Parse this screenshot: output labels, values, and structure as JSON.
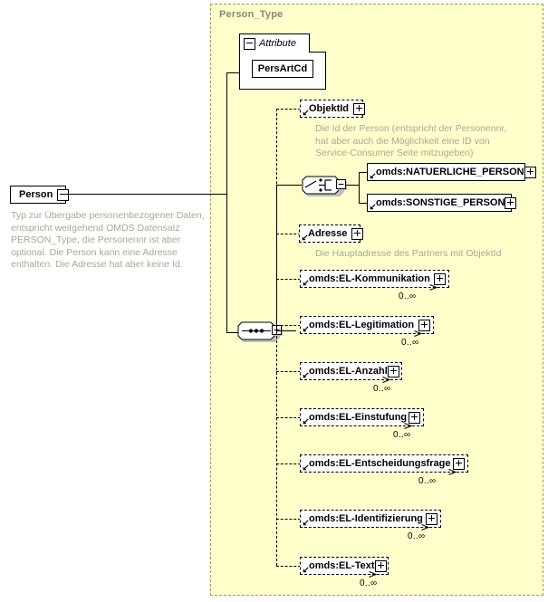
{
  "diagram": {
    "kind": "xml-schema-element-diagram",
    "root": {
      "name": "Person",
      "toggle": "minus",
      "documentation": "Typ zur Übergabe personenbezogener Daten, entspricht weitgehend OMDS Datensatz PERSON_Type, die Personennr ist aber optional. Die Person kann eine Adresse enthalten. Die Adresse hat aber keine Id."
    },
    "type_container": {
      "title": "Person_Type",
      "fill": "#ffffcc",
      "border": "#999966"
    },
    "attribute_panel": {
      "tab_label": "Attribute",
      "toggle": "minus",
      "attributes": [
        {
          "name": "PersArtCd"
        }
      ]
    },
    "sequence_node": {
      "symbol": "sequence",
      "toggle": "minus"
    },
    "choice_node": {
      "symbol": "choice",
      "toggle": "minus",
      "options": [
        {
          "name": "omds:NATUERLICHE_PERSON",
          "toggle": "plus",
          "border": "solid",
          "reference": true
        },
        {
          "name": "omds:SONSTIGE_PERSON",
          "toggle": "plus",
          "border": "solid",
          "reference": true
        }
      ]
    },
    "children": [
      {
        "name": "ObjektId",
        "toggle": "plus",
        "border": "dashed",
        "optional": true,
        "reference": true,
        "cardinality": "",
        "documentation": "Die Id der Person (entspricht der Personennr, hat aber auch die Möglichkeit eine ID von Service-Consumer Seite mitzugeben)"
      },
      {
        "name": "Adresse",
        "toggle": "plus",
        "border": "dashed",
        "optional": true,
        "reference": true,
        "cardinality": "",
        "documentation": "Die Hauptadresse des Partners mit ObjektId"
      },
      {
        "name": "omds:EL-Kommunikation",
        "toggle": "plus",
        "border": "dashed",
        "optional": true,
        "reference": true,
        "repeatable": true,
        "cardinality": "0..∞",
        "documentation": ""
      },
      {
        "name": "omds:EL-Legitimation",
        "toggle": "plus",
        "border": "dashed",
        "optional": true,
        "reference": true,
        "repeatable": true,
        "cardinality": "0..∞",
        "documentation": ""
      },
      {
        "name": "omds:EL-Anzahl",
        "toggle": "plus",
        "border": "dashed",
        "optional": true,
        "reference": true,
        "repeatable": true,
        "cardinality": "0..∞",
        "documentation": ""
      },
      {
        "name": "omds:EL-Einstufung",
        "toggle": "plus",
        "border": "dashed",
        "optional": true,
        "reference": true,
        "repeatable": true,
        "cardinality": "0..∞",
        "documentation": ""
      },
      {
        "name": "omds:EL-Entscheidungsfrage",
        "toggle": "plus",
        "border": "dashed",
        "optional": true,
        "reference": true,
        "repeatable": true,
        "cardinality": "0..∞",
        "documentation": ""
      },
      {
        "name": "omds:EL-Identifizierung",
        "toggle": "plus",
        "border": "dashed",
        "optional": true,
        "reference": true,
        "repeatable": true,
        "cardinality": "0..∞",
        "documentation": ""
      },
      {
        "name": "omds:EL-Text",
        "toggle": "plus",
        "border": "dashed",
        "optional": true,
        "reference": true,
        "repeatable": true,
        "cardinality": "0..∞",
        "documentation": ""
      }
    ]
  }
}
